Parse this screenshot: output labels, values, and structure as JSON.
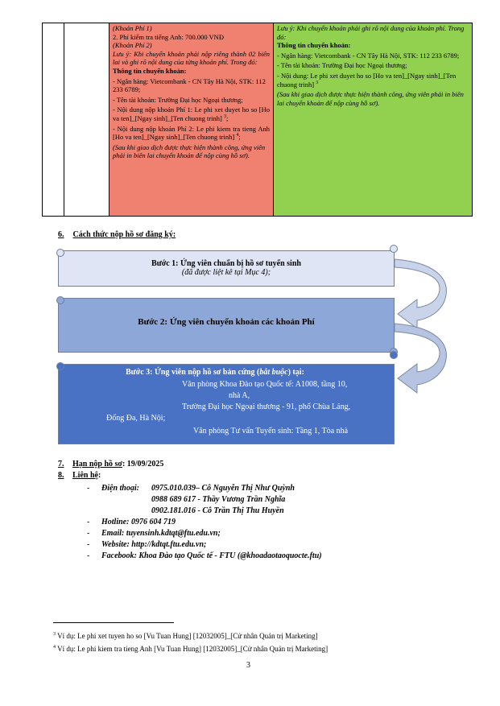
{
  "table": {
    "red_lines": [
      "(Khoản Phí 1)",
      "2. Phí kiểm tra tiếng Anh: 700.000 VNĐ",
      "(Khoản Phí 2)",
      "Lưu ý: Khi chuyển khoản phải nộp riêng thành 02 biên lai và ghi rõ nội dung của từng khoản phí. Trong đó:",
      "Thông tin chuyển khoản:",
      "- Ngân hàng: Vietcombank - CN Tây Hà Nội, STK: 112 233 6789;",
      "- Tên tài khoản: Trường Đại học Ngoại thương;",
      "- Nội dung nộp khoản Phí 1: Le phi xet duyet ho so [Ho va ten]_[Ngay sinh]_[Ten chuong trinh]",
      "- Nội dung nộp khoản Phí 2: Le phi kiem tra tieng Anh [Ho va ten]_[Ngay sinh]_[Ten chuong trinh]",
      "(Sau khi giao dịch được thực hiện thành công, ứng viên phải in biên lai chuyển khoản để nộp cùng hồ sơ)."
    ],
    "red_sup_1": "3",
    "red_sup_2": "4",
    "red_suffix": ";",
    "green_lines": [
      "Lưu ý: Khi chuyển khoản phải ghi rõ nội dung của khoản phí. Trong đó:",
      "Thông tin chuyển khoản:",
      "- Ngân hàng: Vietcombank - CN Tây Hà Nội, STK: 112 233 6789;",
      "- Tên tài khoản: Trường Đại học Ngoại thương;",
      "- Nội dung: Le phi xet duyet ho so [Ho va ten]_[Ngay sinh]_[Ten chuong trinh]",
      "(Sau khi giao dịch được thực hiện thành công, ứng viên phải in biên lai chuyển khoản để nộp cùng hồ sơ)."
    ],
    "green_sup": "3"
  },
  "section6": {
    "num": "6.",
    "title": "Cách thức nộp hồ sơ đăng ký:"
  },
  "steps": {
    "s1_title": "Bước 1: Ứng viên chuẩn bị hồ sơ tuyển sinh",
    "s1_sub": "(đã được liệt kê tại Mục 4);",
    "s2_title": "Bước 2: Ứng viên chuyển khoản các khoản Phí",
    "s3_title_a": "Bước 3: Ứng viên nộp hồ sơ bản cứng (",
    "s3_title_b": "bắt buộc",
    "s3_title_c": ") tại:",
    "s3_l1": "Văn phòng Khoa Đào tạo Quốc tế: A1008, tầng 10,",
    "s3_l2": "nhà A,",
    "s3_l3": "Trường Đại học Ngoại thương - 91, phố Chùa Láng,",
    "s3_l4": "Đống Đa, Hà Nội;",
    "s3_l5": "Văn phòng Tư vấn Tuyển sinh: Tầng 1, Tòa nhà"
  },
  "section7": {
    "num": "7.",
    "label": "Hạn nộp hồ sơ",
    "value": ": 19/09/2025"
  },
  "section8": {
    "num": "8.",
    "label": "Liên hệ",
    "colon": ":"
  },
  "contacts": {
    "phone_label": "Điện thoại:",
    "phone_1": "0975.010.039– Cô Nguyễn Thị Như Quỳnh",
    "phone_2": "0988 689 617 - Thầy Vương Trần Nghĩa",
    "phone_3": "0902.181.016 - Cô Trần Thị Thu Huyền",
    "hotline": "Hotline: 0976 604 719",
    "email": "Email: tuyensinh.kdtqt@ftu.edu.vn;",
    "website": "Website: http://kdtqt.ftu.edu.vn;",
    "facebook": "Facebook: Khoa Đào tạo Quốc tế - FTU (@khoadaotaoquocte.ftu)",
    "dash": "-"
  },
  "footnotes": {
    "n3": "3",
    "t3": "Ví dụ: Le phi xet tuyen ho so [Vu Tuan Hung] [12032005]_[Cử nhân Quản trị Marketing]",
    "n4": "4",
    "t4": "Ví dụ: Le phi kiem tra tieng Anh [Vu Tuan Hung] [12032005]_[Cử nhân Quản trị Marketing]"
  },
  "page_number": "3",
  "colors": {
    "red_cell": "#f08070",
    "green_cell": "#92d050",
    "step1": "#dfe5f4",
    "step2": "#8ea7d9",
    "step3": "#4a72c4"
  }
}
